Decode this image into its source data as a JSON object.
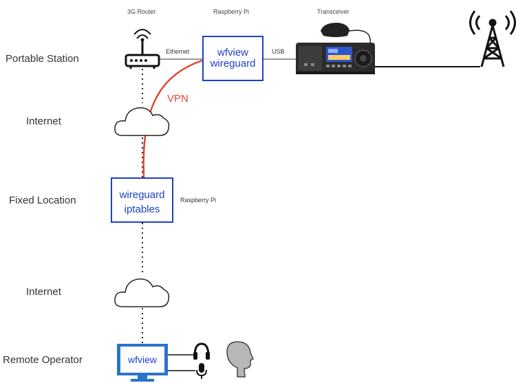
{
  "rows": {
    "portable": "Portable Station",
    "internet_1": "Internet",
    "fixed": "Fixed Location",
    "internet_2": "Internet",
    "remote": "Remote Operator"
  },
  "headers": {
    "router": "3G Router",
    "pi": "Raspberry Pi",
    "transceiver": "Transceiver"
  },
  "links": {
    "ethernet": "Ethernet",
    "usb": "USB",
    "vpn": "VPN"
  },
  "portable_pi": {
    "line1": "wfview",
    "line2": "wireguard"
  },
  "fixed_pi": {
    "line1": "wireguard",
    "line2": "iptables",
    "caption": "Raspberry Pi"
  },
  "remote_pc": {
    "label": "wfview"
  },
  "colors": {
    "box": "#1d3fc8",
    "vpn": "#e0452e",
    "monitor": "#2a73c9"
  }
}
